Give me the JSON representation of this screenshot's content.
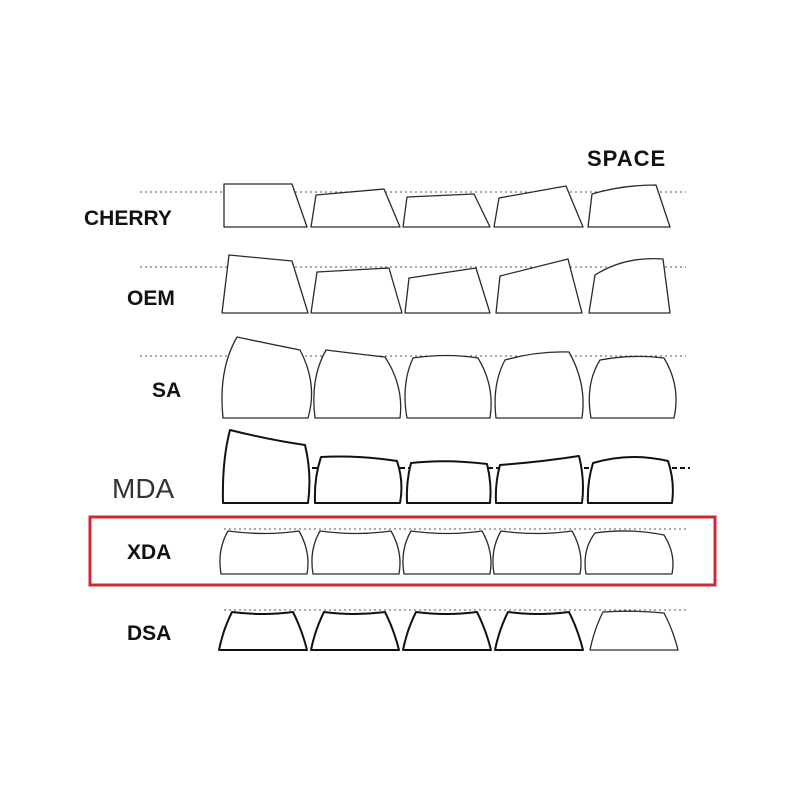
{
  "column_label": "SPACE",
  "highlight_color": "#cc2b35",
  "profiles": [
    {
      "label": "CHERRY"
    },
    {
      "label": "OEM"
    },
    {
      "label": "SA"
    },
    {
      "label": "MDA"
    },
    {
      "label": "XDA",
      "highlighted": true
    },
    {
      "label": "DSA"
    }
  ]
}
